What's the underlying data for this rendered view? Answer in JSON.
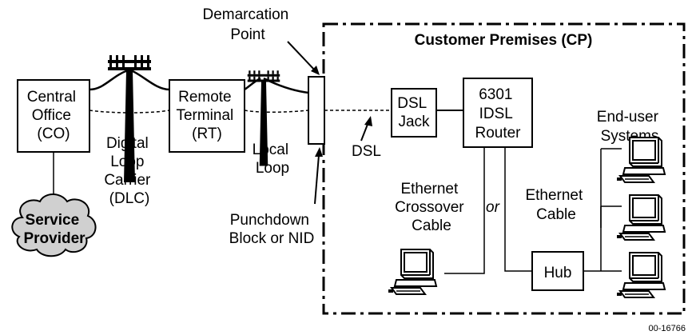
{
  "labels": {
    "demarcation": [
      "Demarcation",
      "Point"
    ],
    "customer_premises": "Customer Premises (CP)",
    "central_office": [
      "Central",
      "Office",
      "(CO)"
    ],
    "dlc": [
      "Digital",
      "Loop",
      "Carrier",
      "(DLC)"
    ],
    "remote_terminal": [
      "Remote",
      "Terminal",
      "(RT)"
    ],
    "local_loop": [
      "Local",
      "Loop"
    ],
    "dsl": "DSL",
    "dsl_jack": [
      "DSL",
      "Jack"
    ],
    "router": [
      "6301",
      "IDSL",
      "Router"
    ],
    "end_user": [
      "End-user",
      "Systems"
    ],
    "service_provider": [
      "Service",
      "Provider"
    ],
    "crossover": [
      "Ethernet",
      "Crossover",
      "Cable"
    ],
    "or": "or",
    "ethernet_cable": [
      "Ethernet",
      "Cable"
    ],
    "punchdown": [
      "Punchdown",
      "Block or NID"
    ],
    "hub": "Hub",
    "figure_id": "00-16766"
  },
  "colors": {
    "cloud_fill": "#d0d0d0",
    "line": "#000000",
    "background": "#ffffff"
  },
  "icons": [
    "telephone-pole-icon",
    "cloud-icon",
    "computer-workstation-icon"
  ]
}
